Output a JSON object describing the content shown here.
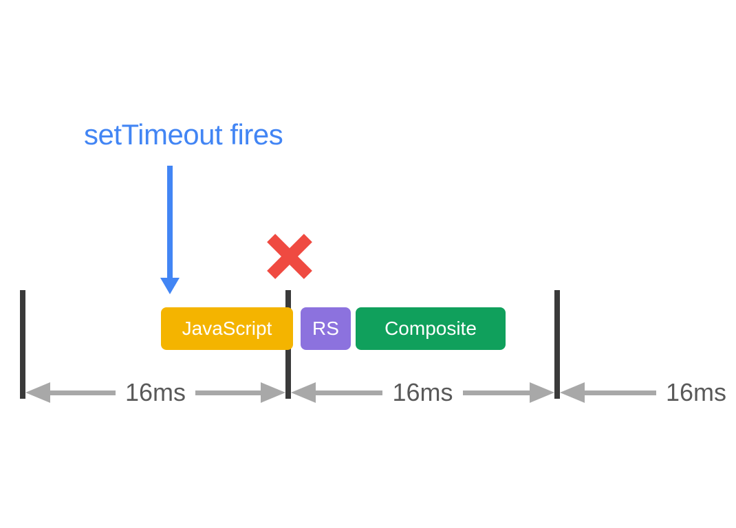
{
  "diagram": {
    "annotation": {
      "label": "setTimeout fires"
    },
    "tasks": [
      {
        "label": "JavaScript",
        "color": "#F4B400"
      },
      {
        "label": "RS",
        "color": "#8C72DE"
      },
      {
        "label": "Composite",
        "color": "#10A05C"
      }
    ],
    "intervals": [
      {
        "label": "16ms"
      },
      {
        "label": "16ms"
      },
      {
        "label": "16ms"
      }
    ],
    "colors": {
      "annotation_blue": "#4285F4",
      "missed_frame_red": "#EF4A41",
      "boundary_dark": "#3A3A3A",
      "measure_gray": "#A8A8A8",
      "measure_text": "#595959"
    }
  }
}
